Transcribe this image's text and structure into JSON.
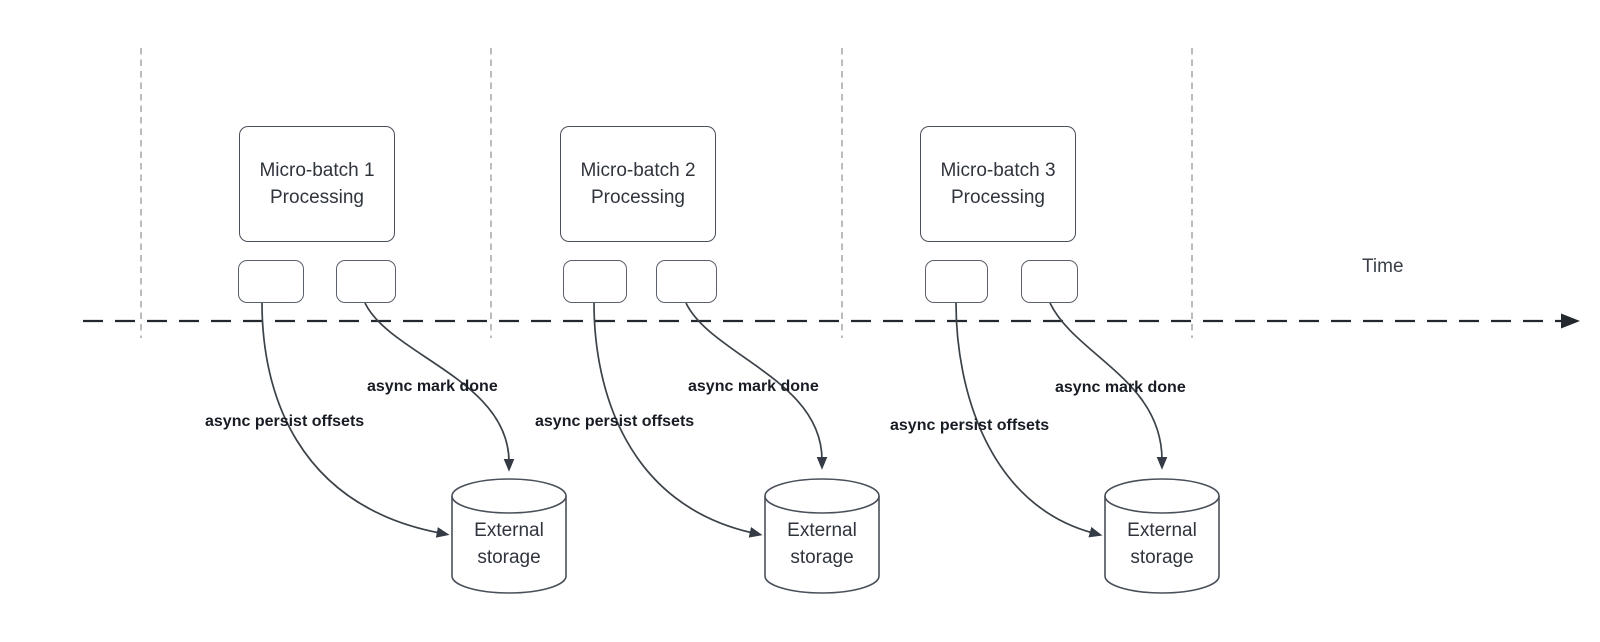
{
  "time_label": "Time",
  "batches": [
    {
      "title_line1": "Micro-batch 1",
      "title_line2": "Processing",
      "persist_label": "async persist offsets",
      "mark_done_label": "async mark done",
      "storage_line1": "External",
      "storage_line2": "storage"
    },
    {
      "title_line1": "Micro-batch 2",
      "title_line2": "Processing",
      "persist_label": "async persist offsets",
      "mark_done_label": "async mark done",
      "storage_line1": "External",
      "storage_line2": "storage"
    },
    {
      "title_line1": "Micro-batch 3",
      "title_line2": "Processing",
      "persist_label": "async persist offsets",
      "mark_done_label": "async mark done",
      "storage_line1": "External",
      "storage_line2": "storage"
    }
  ],
  "colors": {
    "shape_border": "#4a505a",
    "guide_line": "#a8abb0",
    "timeline": "#23272e",
    "arrow": "#3b4248",
    "label_text": "#181c24",
    "shape_text": "#30353d",
    "background": "#ffffff"
  }
}
